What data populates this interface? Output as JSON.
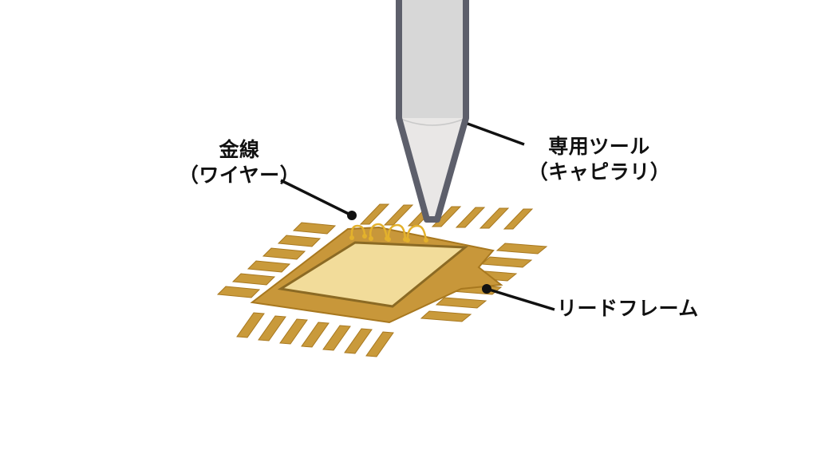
{
  "labels": {
    "gold_wire": {
      "line1": "金線",
      "line2": "（ワイヤー）"
    },
    "capillary": {
      "line1": "専用ツール",
      "line2": "（キャピラリ）"
    },
    "lead_frame": "リードフレーム"
  },
  "colors": {
    "lead": "#c99a3b",
    "lead_edge": "#a8781f",
    "frame": "#c8973a",
    "die": "#f2dc9a",
    "die_edge": "#8b6a24",
    "wire": "#e3b12c",
    "tool_fill": "#d7d7d7",
    "tool_tip": "#e9e7e6",
    "tool_outline": "#5d5f6b",
    "leader": "#111111"
  }
}
